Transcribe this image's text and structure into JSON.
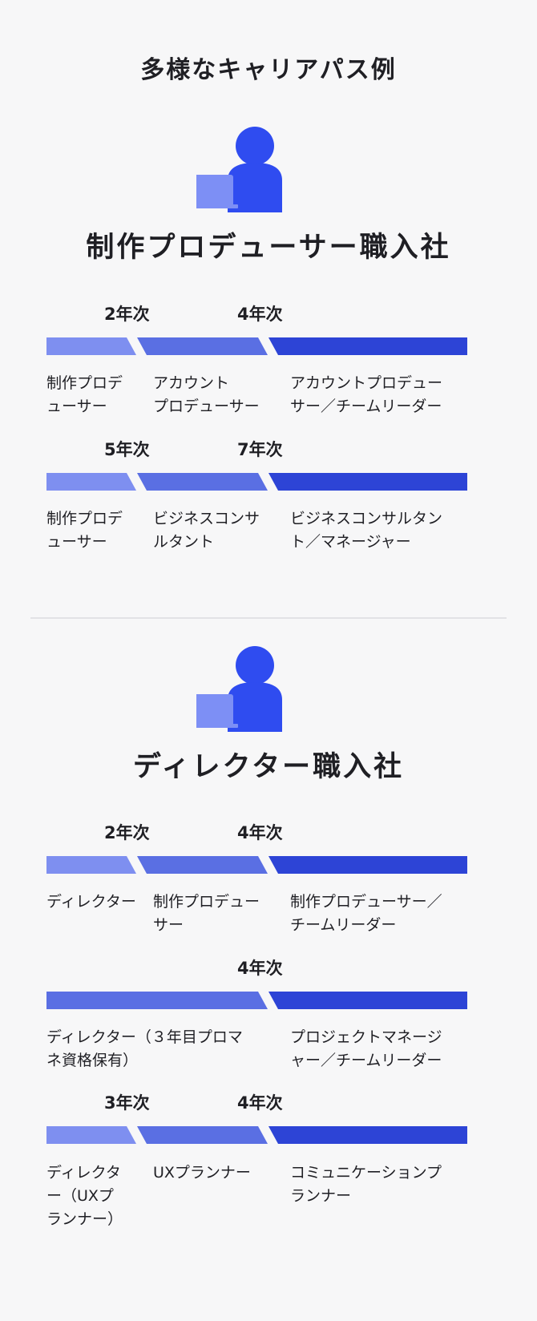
{
  "title": "多様なキャリアパス例",
  "colors": {
    "bar1": "#7e8ff0",
    "bar2": "#5a6fe3",
    "bar3": "#2d44d6",
    "person": "#2f4cf0",
    "laptop": "#7d8ff5"
  },
  "sections": [
    {
      "title": "制作プロデューサー職入社",
      "paths": [
        {
          "years": [
            "2年次",
            "4年次"
          ],
          "stages": [
            "制作プロデ\nューサー",
            "アカウント\nプロデューサー",
            "アカウントプロデュー\nサー／チームリーダー"
          ]
        },
        {
          "years": [
            "5年次",
            "7年次"
          ],
          "stages": [
            "制作プロデ\nューサー",
            "ビジネスコンサ\nルタント",
            "ビジネスコンサルタン\nト／マネージャー"
          ]
        }
      ]
    },
    {
      "title": "ディレクター職入社",
      "paths": [
        {
          "years": [
            "2年次",
            "4年次"
          ],
          "stages": [
            "ディレクター",
            "制作プロデュー\nサー",
            "制作プロデューサー／\nチームリーダー"
          ]
        },
        {
          "years": [
            "4年次"
          ],
          "stages": [
            "ディレクター（３年目プロマ\nネ資格保有）",
            "プロジェクトマネージ\nャー／チームリーダー"
          ]
        },
        {
          "years": [
            "3年次",
            "4年次"
          ],
          "stages": [
            "ディレクタ\nー（UXプ\nランナー）",
            "UXプランナー",
            "コミュニケーションプ\nランナー"
          ]
        }
      ]
    }
  ]
}
